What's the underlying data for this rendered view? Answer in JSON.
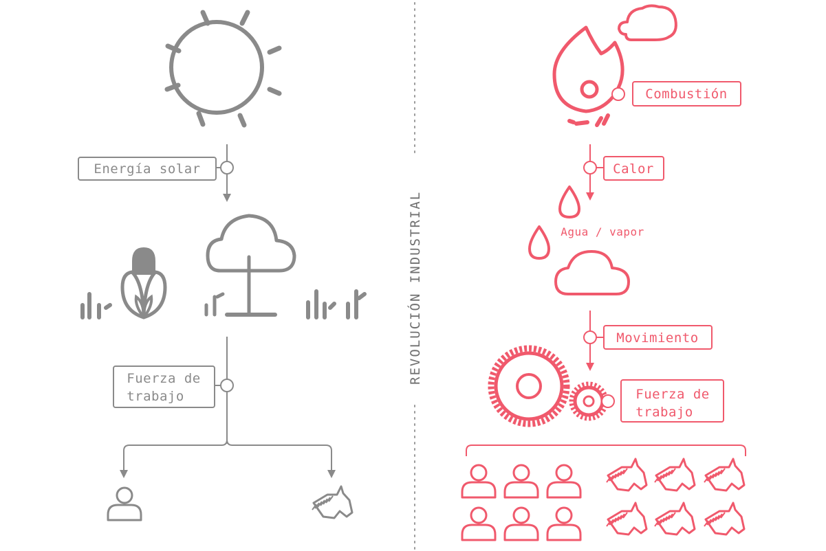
{
  "colors": {
    "preindustrial": "#8a8a8a",
    "industrial": "#f0596c",
    "divider": "#9a9a9a"
  },
  "divider_label": "REVOLUCIÓN INDUSTRIAL",
  "left": {
    "solar_label": "Energía solar",
    "work_label_line1": "Fuerza de",
    "work_label_line2": "trabajo",
    "icons": [
      "sun-icon",
      "corn-icon",
      "tree-icon",
      "grass-icon",
      "person-icon",
      "horse-icon"
    ]
  },
  "right": {
    "combustion_label": "Combustión",
    "heat_label": "Calor",
    "water_label": "Agua / vapor",
    "movement_label": "Movimiento",
    "work_label_line1": "Fuerza de",
    "work_label_line2": "trabajo",
    "people_count": 6,
    "horse_count": 6,
    "icons": [
      "flame-icon",
      "smoke-icon",
      "drop-icon",
      "cloud-icon",
      "gear-icon",
      "person-icon",
      "horse-icon"
    ]
  }
}
